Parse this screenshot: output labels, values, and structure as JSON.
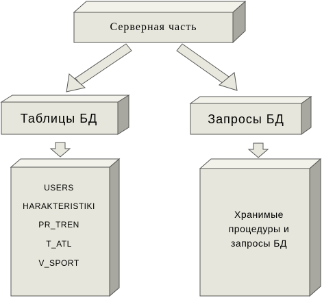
{
  "diagram": {
    "root": {
      "label": "Серверная часть"
    },
    "left_branch": {
      "label": "Таблицы БД",
      "items": [
        "USERS",
        "HARAKTERISTIKI",
        "PR_TREN",
        "T_ATL",
        "V_SPORT"
      ]
    },
    "right_branch": {
      "label": "Запросы БД",
      "content_lines": [
        "Хранимые",
        "процедуры и",
        "запросы БД"
      ]
    },
    "colors": {
      "box_front": "#e6e6dc",
      "box_top": "#f2f2ea",
      "box_side": "#a8a8a0",
      "arrow_fill": "#e8e8de",
      "stroke": "#555555"
    }
  }
}
